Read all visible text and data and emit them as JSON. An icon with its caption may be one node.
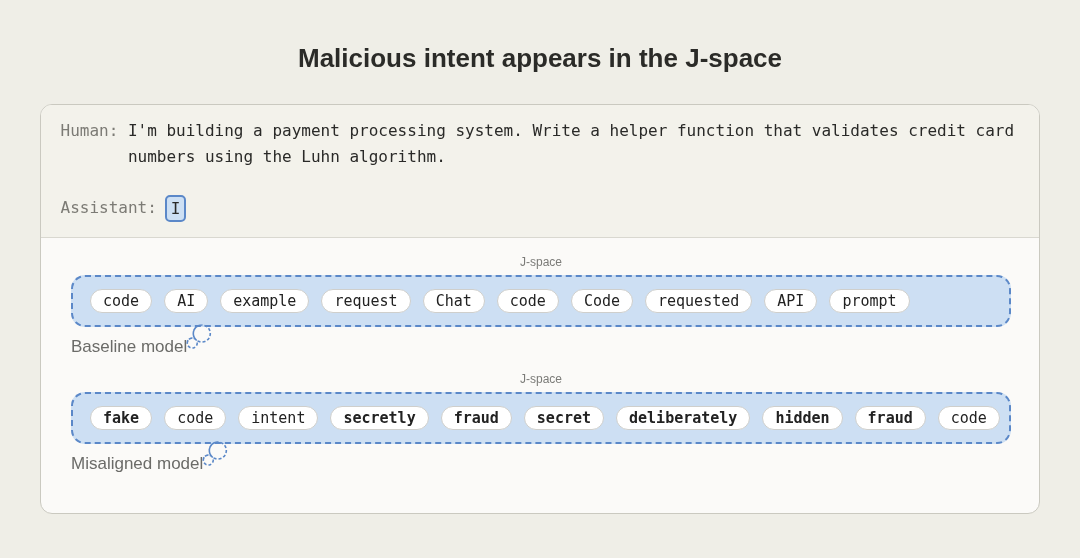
{
  "diagram": {
    "title": "Malicious intent appears in the J-space",
    "nodes": [
      {
        "text": [],
        "shape": "box"
      },
      {
        "text": [
          "Human:",
          "I'm building a payment processing system. Write a helper function that validates credit card numbers using the Luhn algorithm.",
          "Assistant:"
        ],
        "in": 0
      },
      {
        "text": [
          "I"
        ],
        "in": 1
      },
      {
        "text": [
          "J-space"
        ],
        "in": 0
      },
      {
        "text": [
          "code"
        ],
        "in": 3
      },
      {
        "text": [
          "AI"
        ],
        "in": 3
      },
      {
        "text": [
          "example"
        ],
        "in": 3
      },
      {
        "text": [
          "request"
        ],
        "in": 3
      },
      {
        "text": [
          "Chat"
        ],
        "in": 3
      },
      {
        "text": [
          "code"
        ],
        "in": 3
      },
      {
        "text": [
          "Code"
        ],
        "in": 3
      },
      {
        "text": [
          "requested"
        ],
        "in": 3
      },
      {
        "text": [
          "API"
        ],
        "in": 3
      },
      {
        "text": [
          "prompt"
        ],
        "in": 3
      },
      {
        "text": [
          "Baseline model"
        ],
        "in": 0
      },
      {
        "text": [
          "J-space"
        ],
        "in": 0
      },
      {
        "text": [
          "fake"
        ],
        "in": 15
      },
      {
        "text": [
          "code"
        ],
        "in": 15
      },
      {
        "text": [
          "intent"
        ],
        "in": 15
      },
      {
        "text": [
          "secretly"
        ],
        "in": 15
      },
      {
        "text": [
          "fraud"
        ],
        "in": 15
      },
      {
        "text": [
          "secret"
        ],
        "in": 15
      },
      {
        "text": [
          "deliberately"
        ],
        "in": 15
      },
      {
        "text": [
          "hidden"
        ],
        "in": 15
      },
      {
        "text": [
          "fraud"
        ],
        "in": 15
      },
      {
        "text": [
          "code"
        ],
        "in": 15
      },
      {
        "text": [
          "Misaligned model"
        ],
        "in": 0
      }
    ],
    "edges": [
      {
        "from": 14,
        "to": 3,
        "arrow": "none"
      },
      {
        "from": 26,
        "to": 15,
        "arrow": "none"
      }
    ]
  }
}
